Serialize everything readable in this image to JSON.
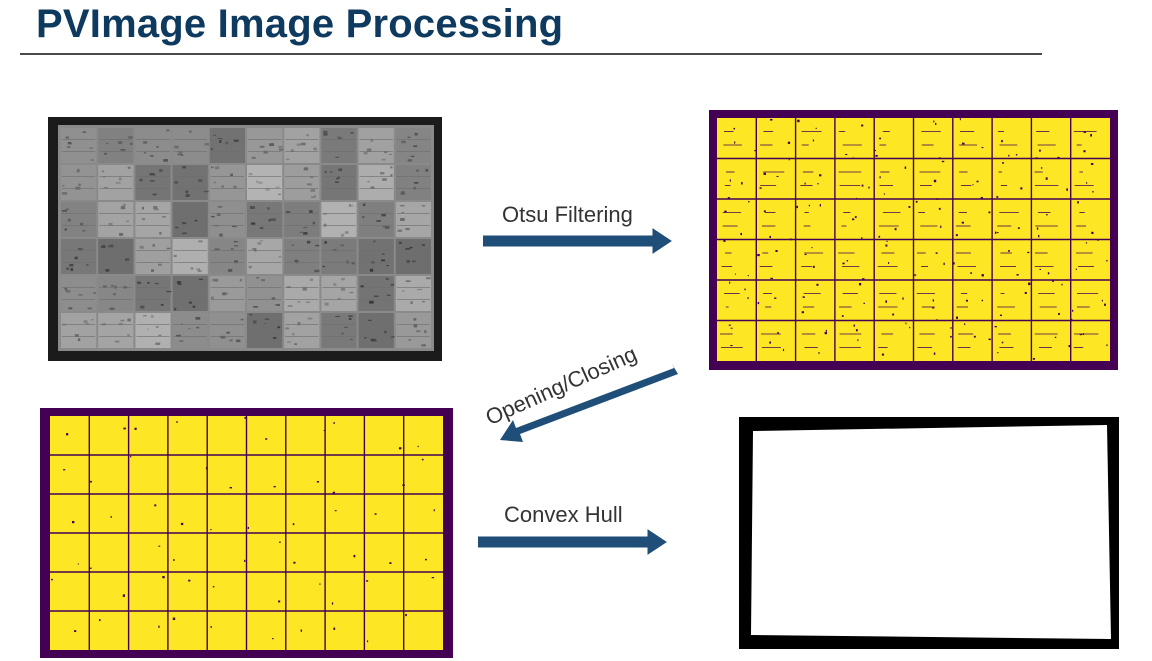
{
  "slide": {
    "title": "PVImage Image Processing"
  },
  "steps": {
    "otsu": "Otsu Filtering",
    "opening_closing": "Opening/Closing",
    "convex_hull": "Convex Hull"
  },
  "colors": {
    "title": "#0e3a5f",
    "arrow": "#1f4e79",
    "mask_foreground": "#fde725",
    "mask_background": "#440154"
  },
  "module_grid": {
    "columns": 10,
    "rows": 6
  }
}
